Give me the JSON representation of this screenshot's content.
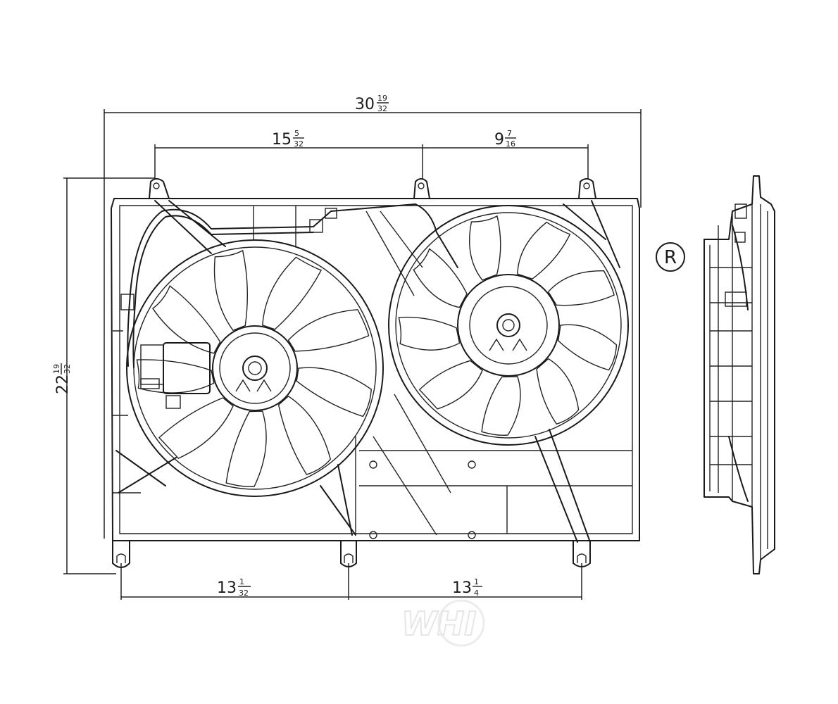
{
  "dimensions": {
    "overall_width": {
      "whole": "30",
      "num": "19",
      "den": "32"
    },
    "upper_left_span": {
      "whole": "15",
      "num": "5",
      "den": "32"
    },
    "upper_right_span": {
      "whole": "9",
      "num": "7",
      "den": "16"
    },
    "height": {
      "whole": "22",
      "num": "19",
      "den": "32"
    },
    "lower_left_span": {
      "whole": "13",
      "num": "1",
      "den": "32"
    },
    "lower_right_span": {
      "whole": "13",
      "num": "1",
      "den": "4"
    }
  },
  "registered_mark": "R",
  "watermark": "WHI",
  "colors": {
    "line": "#1a1a1a",
    "watermark": "#e6e6e6",
    "background": "#ffffff"
  }
}
